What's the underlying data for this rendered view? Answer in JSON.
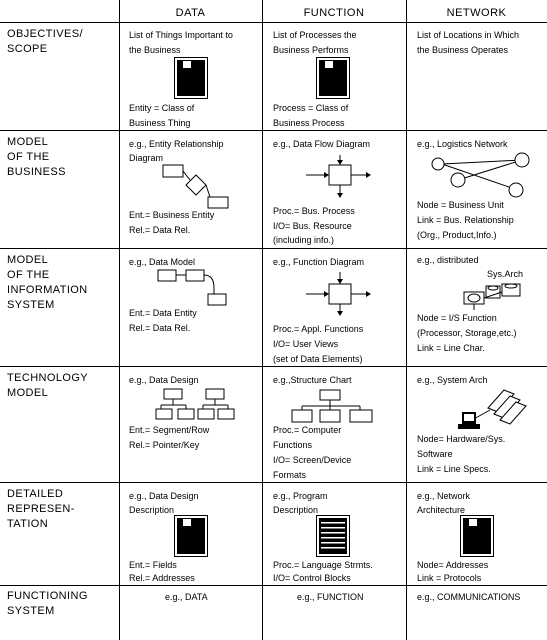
{
  "columns": [
    "DATA",
    "FUNCTION",
    "NETWORK"
  ],
  "rows": [
    {
      "label": "OBJECTIVES/\nSCOPE",
      "data": {
        "top": "List of Things Important to the Business",
        "bottom1": "Entity = Class of",
        "bottom2": "Business Thing"
      },
      "function": {
        "top": "List of Processes the Business Performs",
        "bottom1": "Process = Class of",
        "bottom2": "Business Process"
      },
      "network": {
        "top": "List of Locations in Which the Business Operates"
      }
    },
    {
      "label": "MODEL\nOF THE\nBUSINESS",
      "data": {
        "top1": "e.g., Entity Relationship",
        "top2": "Diagram",
        "b1": "Ent.= Business Entity",
        "b2": "Rel.= Data Rel."
      },
      "function": {
        "top": "e.g., Data Flow Diagram",
        "b1": "Proc.= Bus. Process",
        "b2": "I/O= Bus. Resource",
        "b3": "(including info.)"
      },
      "network": {
        "top": "e.g., Logistics Network",
        "b1": "Node = Business Unit",
        "b2": "Link = Bus. Relationship",
        "b3": "(Org., Product,Info.)"
      }
    },
    {
      "label": "MODEL\nOF THE\nINFORMATION\nSYSTEM",
      "data": {
        "top": "e.g., Data Model",
        "b1": "Ent.= Data Entity",
        "b2": "Rel.= Data Rel."
      },
      "function": {
        "top": "e.g., Function Diagram",
        "b1": "Proc.= Appl. Functions",
        "b2": "I/O= User Views",
        "b3": "(set of Data Elements)"
      },
      "network": {
        "top": "e.g., distributed",
        "top2": "Sys.Arch",
        "b1": "Node = I/S Function",
        "b2": "(Processor, Storage,etc.)",
        "b3": "Link = Line Char."
      }
    },
    {
      "label": "TECHNOLOGY\nMODEL",
      "data": {
        "top": "e.g., Data Design",
        "b1": "Ent.= Segment/Row",
        "b2": "Rel.= Pointer/Key"
      },
      "function": {
        "top": "e.g.,Structure Chart",
        "b1": "Proc.= Computer",
        "b2": "Functions",
        "b3": "I/O= Screen/Device",
        "b4": "Formats"
      },
      "network": {
        "top": "e.g., System Arch",
        "b1": "Node= Hardware/Sys.",
        "b2": "Software",
        "b3": "Link = Line Specs."
      }
    },
    {
      "label": "DETAILED\nREPRESEN-\nTATION",
      "data": {
        "top1": "e.g., Data Design",
        "top2": "Description",
        "b1": "Ent.= Fields",
        "b2": "Rel.= Addresses"
      },
      "function": {
        "top1": "e.g., Program",
        "top2": "Description",
        "b1": "Proc.= Language Strmts.",
        "b2": "I/O= Control Blocks"
      },
      "network": {
        "top1": "e.g., Network",
        "top2": "Architecture",
        "b1": "Node= Addresses",
        "b2": "Link = Protocols"
      }
    },
    {
      "label": "FUNCTIONING\nSYSTEM",
      "data": {
        "top": "e.g., DATA"
      },
      "function": {
        "top": "e.g., FUNCTION"
      },
      "network": {
        "top": "e.g., COMMUNICATIONS"
      }
    }
  ]
}
